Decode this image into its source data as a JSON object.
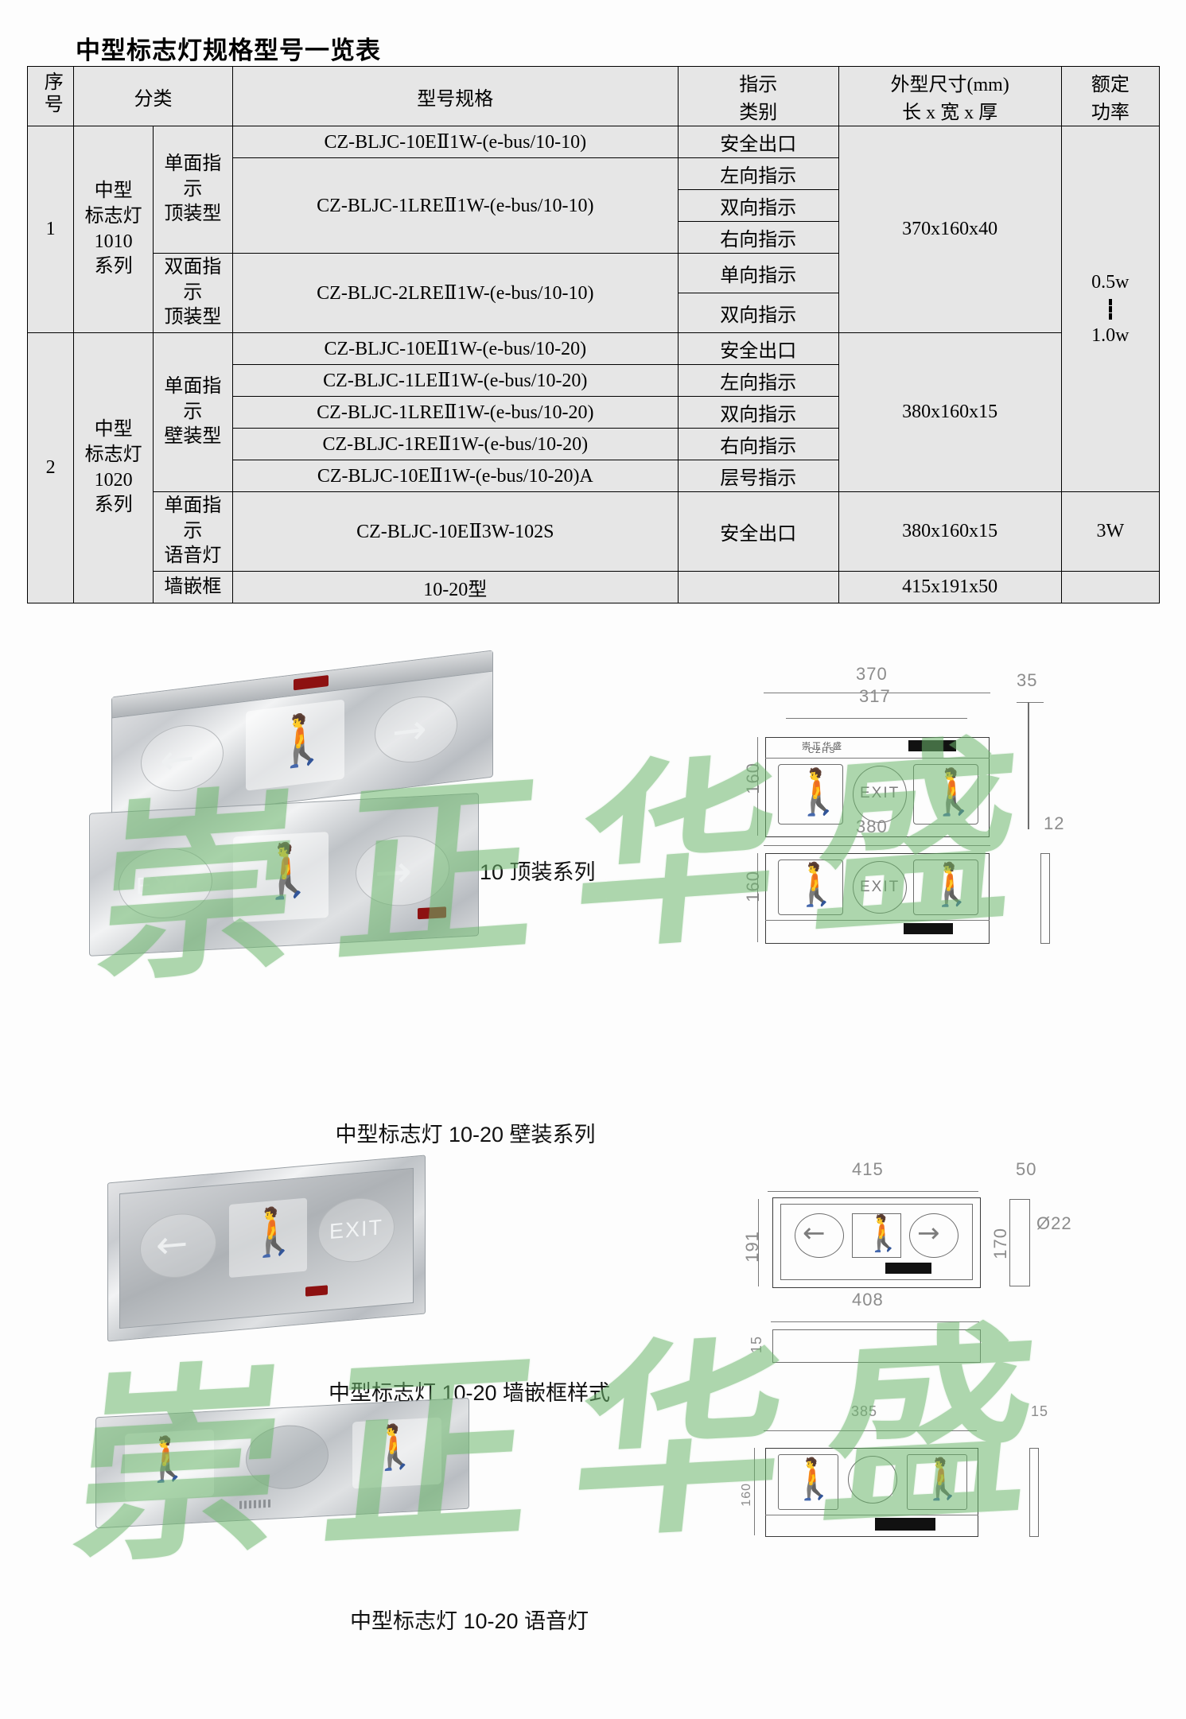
{
  "title": "中型标志灯规格型号一览表",
  "table": {
    "headers": {
      "no": "序号",
      "category": "分类",
      "model": "型号规格",
      "indicator": "指示\n类别",
      "indicator_l1": "指示",
      "indicator_l2": "类别",
      "dimension_l1": "外型尺寸(mm)",
      "dimension_l2": "长 x 宽 x 厚",
      "power_l1": "额定",
      "power_l2": "功率"
    },
    "groups": [
      {
        "no": "1",
        "category": "中型\n标志灯\n1010\n系列",
        "category_lines": [
          "中型",
          "标志灯",
          "1010",
          "系列"
        ],
        "dimension": "370x160x40",
        "subgroups": [
          {
            "sub_lines": [
              "单面指示",
              "顶装型"
            ],
            "rows": [
              {
                "model": "CZ-BLJC-10EⅡ1W-(e-bus/10-10)",
                "indicator": "安全出口"
              },
              {
                "model": "CZ-BLJC-1LREⅡ1W-(e-bus/10-10)",
                "indicator": "左向指示"
              },
              {
                "model": "",
                "indicator": "双向指示"
              },
              {
                "model": "",
                "indicator": "右向指示"
              }
            ]
          },
          {
            "sub_lines": [
              "双面指示",
              "顶装型"
            ],
            "rows": [
              {
                "model": "CZ-BLJC-2LREⅡ1W-(e-bus/10-10)",
                "indicator": "单向指示"
              },
              {
                "model": "",
                "indicator": "双向指示"
              }
            ]
          }
        ]
      },
      {
        "no": "2",
        "category": "中型\n标志灯\n1020\n系列",
        "category_lines": [
          "中型",
          "标志灯",
          "1020",
          "系列"
        ],
        "subgroups": [
          {
            "sub_lines": [
              "单面指示",
              "壁装型"
            ],
            "dimension": "380x160x15",
            "rows": [
              {
                "model": "CZ-BLJC-10EⅡ1W-(e-bus/10-20)",
                "indicator": "安全出口"
              },
              {
                "model": "CZ-BLJC-1LEⅡ1W-(e-bus/10-20)",
                "indicator": "左向指示"
              },
              {
                "model": "CZ-BLJC-1LREⅡ1W-(e-bus/10-20)",
                "indicator": "双向指示"
              },
              {
                "model": "CZ-BLJC-1REⅡ1W-(e-bus/10-20)",
                "indicator": "右向指示"
              },
              {
                "model": "CZ-BLJC-10EⅡ1W-(e-bus/10-20)A",
                "indicator": "层号指示"
              }
            ]
          },
          {
            "sub_lines": [
              "单面指示",
              "语音灯"
            ],
            "dimension": "380x160x15",
            "power": "3W",
            "rows": [
              {
                "model": "CZ-BLJC-10EⅡ3W-102S",
                "indicator": "安全出口"
              }
            ]
          },
          {
            "sub_lines": [
              "墙嵌框"
            ],
            "dimension": "415x191x50",
            "power": "",
            "rows": [
              {
                "model": "10-20型",
                "indicator": ""
              }
            ]
          }
        ]
      }
    ],
    "power_merged": {
      "min": "0.5w",
      "max": "1.0w"
    }
  },
  "figures": [
    {
      "caption": "中型标志灯 10-10 顶装系列"
    },
    {
      "caption": "中型标志灯 10-20 壁装系列"
    },
    {
      "caption": "中型标志灯 10-20 墙嵌框样式"
    },
    {
      "caption": "中型标志灯 10-20 语音灯"
    }
  ],
  "drawings": {
    "d1": {
      "width": "370",
      "inner_width": "317",
      "height": "160",
      "side_w": "35",
      "side_h": "12",
      "exit_label": "EXIT",
      "brand": "崇正华盛",
      "brand_en": "CZHS"
    },
    "d2": {
      "width": "380",
      "height": "160",
      "exit_label": "EXIT"
    },
    "d3": {
      "width": "415",
      "height": "191",
      "inner_width": "408",
      "depth": "50",
      "depth_h": "170",
      "hole": "Ø22",
      "lip": "15"
    },
    "d4": {
      "width": "385",
      "height": "160",
      "depth": "15"
    }
  },
  "photos": {
    "p1": {
      "alt": "中型标志灯 10-10 顶装双向指示灯实物照片",
      "arrow_left": "←",
      "arrow_right": "→"
    },
    "p2": {
      "alt": "中型标志灯 10-20 壁装安全出口实物照片",
      "exit_label": "EXIT",
      "arrow_right": "→"
    },
    "p3": {
      "alt": "中型标志灯 10-20 墙嵌框实物照片",
      "exit_label": "EXIT",
      "arrow_left": "←"
    },
    "p4": {
      "alt": "中型标志灯 10-20 语音灯实物照片"
    }
  },
  "watermark": {
    "text": "崇正华盛",
    "color": "#6cb86c"
  }
}
